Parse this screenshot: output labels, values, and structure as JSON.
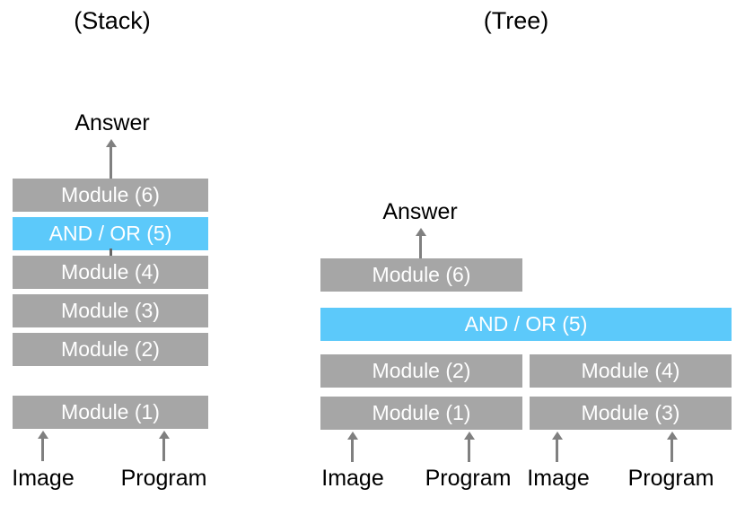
{
  "figure": {
    "background_color": "#ffffff",
    "module_color": "#a6a6a6",
    "highlight_color": "#5cc9fa",
    "arrow_color": "#808080",
    "text_color_on_block": "#ffffff",
    "text_color": "#000000"
  },
  "panels": [
    {
      "id": "stack",
      "title": "(Stack)",
      "answer_label": "Answer",
      "blocks": [
        {
          "label": "Module (6)",
          "style": "gray"
        },
        {
          "label": "AND / OR (5)",
          "style": "blue"
        },
        {
          "label": "Module (4)",
          "style": "gray"
        },
        {
          "label": "Module (3)",
          "style": "gray"
        },
        {
          "label": "Module (2)",
          "style": "gray"
        },
        {
          "label": "Module (1)",
          "style": "gray"
        }
      ],
      "inputs": [
        {
          "label": "Image"
        },
        {
          "label": "Program"
        }
      ]
    },
    {
      "id": "tree",
      "title": "(Tree)",
      "answer_label": "Answer",
      "blocks": [
        {
          "label": "Module (6)",
          "style": "gray"
        },
        {
          "label": "AND / OR (5)",
          "style": "blue"
        },
        {
          "label": "Module (2)",
          "style": "gray"
        },
        {
          "label": "Module (4)",
          "style": "gray"
        },
        {
          "label": "Module (1)",
          "style": "gray"
        },
        {
          "label": "Module (3)",
          "style": "gray"
        }
      ],
      "inputs": [
        {
          "label": "Image"
        },
        {
          "label": "Program"
        },
        {
          "label": "Image"
        },
        {
          "label": "Program"
        }
      ]
    }
  ]
}
